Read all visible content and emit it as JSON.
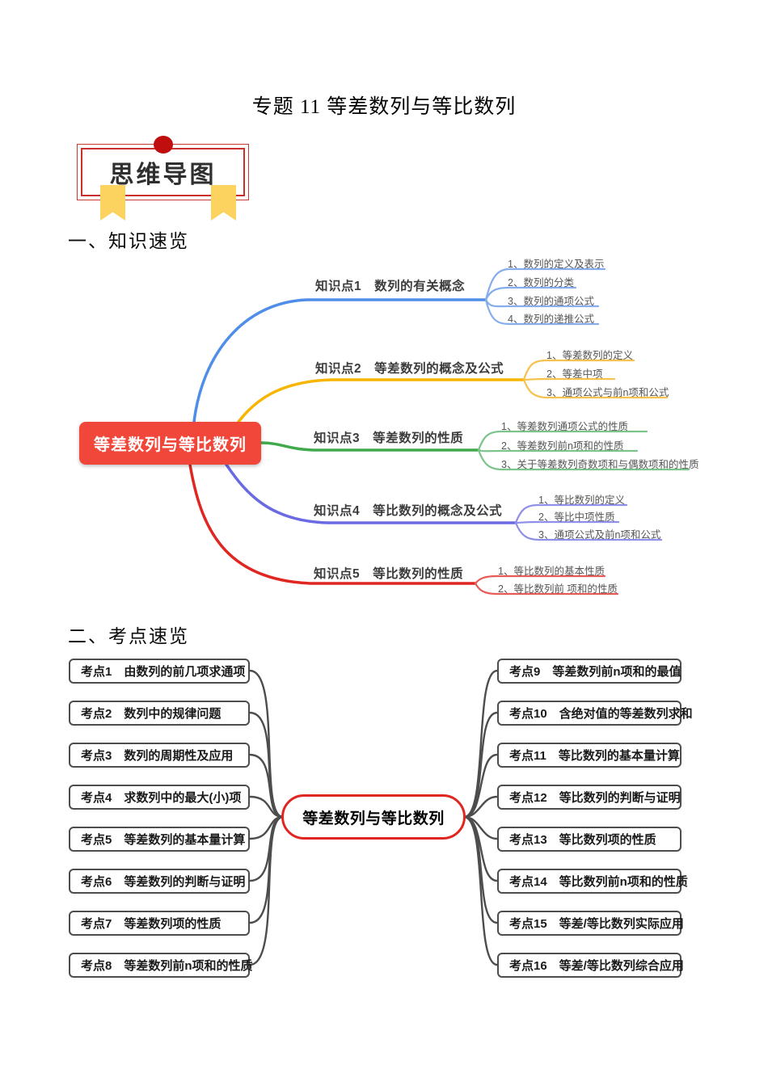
{
  "page": {
    "title": "专题 11 等差数列与等比数列",
    "badge": "思维导图",
    "section1": "一、知识速览",
    "section2": "二、考点速览"
  },
  "colors": {
    "branch1_blue": "#4e8de8",
    "branch2_yellow": "#f7b500",
    "branch3_green": "#3fa94c",
    "branch4_indigo": "#6a6ae3",
    "branch5_red": "#e02620",
    "center_node_fill": "#f0473a",
    "exam_center_border": "#e02620",
    "badge_red": "#c9302c",
    "ribbon_yellow": "#fbd35e",
    "connector_gray": "#4d4d4d"
  },
  "knowledge_map": {
    "center": "等差数列与等比数列",
    "branches": [
      {
        "label": "知识点1　数列的有关概念",
        "children": [
          "1、数列的定义及表示",
          "2、数列的分类",
          "3、数列的通项公式",
          "4、数列的递推公式"
        ]
      },
      {
        "label": "知识点2　等差数列的概念及公式",
        "children": [
          "1、等差数列的定义",
          "2、等差中项",
          "3、通项公式与前n项和公式"
        ]
      },
      {
        "label": "知识点3　等差数列的性质",
        "children": [
          "1、等差数列通项公式的性质",
          "2、等差数列前n项和的性质",
          "3、关于等差数列奇数项和与偶数项和的性质"
        ]
      },
      {
        "label": "知识点4　等比数列的概念及公式",
        "children": [
          "1、等比数列的定义",
          "2、等比中项性质",
          "3、通项公式及前n项和公式"
        ]
      },
      {
        "label": "知识点5　等比数列的性质",
        "children": [
          "1、等比数列的基本性质",
          "2、等比数列前 项和的性质"
        ]
      }
    ]
  },
  "exam_map": {
    "center": "等差数列与等比数列",
    "left": [
      "考点1　由数列的前几项求通项",
      "考点2　数列中的规律问题",
      "考点3　数列的周期性及应用",
      "考点4　求数列中的最大(小)项",
      "考点5　等差数列的基本量计算",
      "考点6　等差数列的判断与证明",
      "考点7　等差数列项的性质",
      "考点8　等差数列前n项和的性质"
    ],
    "right": [
      "考点9　等差数列前n项和的最值",
      "考点10　含绝对值的等差数列求和",
      "考点11　等比数列的基本量计算",
      "考点12　等比数列的判断与证明",
      "考点13　等比数列项的性质",
      "考点14　等比数列前n项和的性质",
      "考点15　等差/等比数列实际应用",
      "考点16　等差/等比数列综合应用"
    ]
  }
}
